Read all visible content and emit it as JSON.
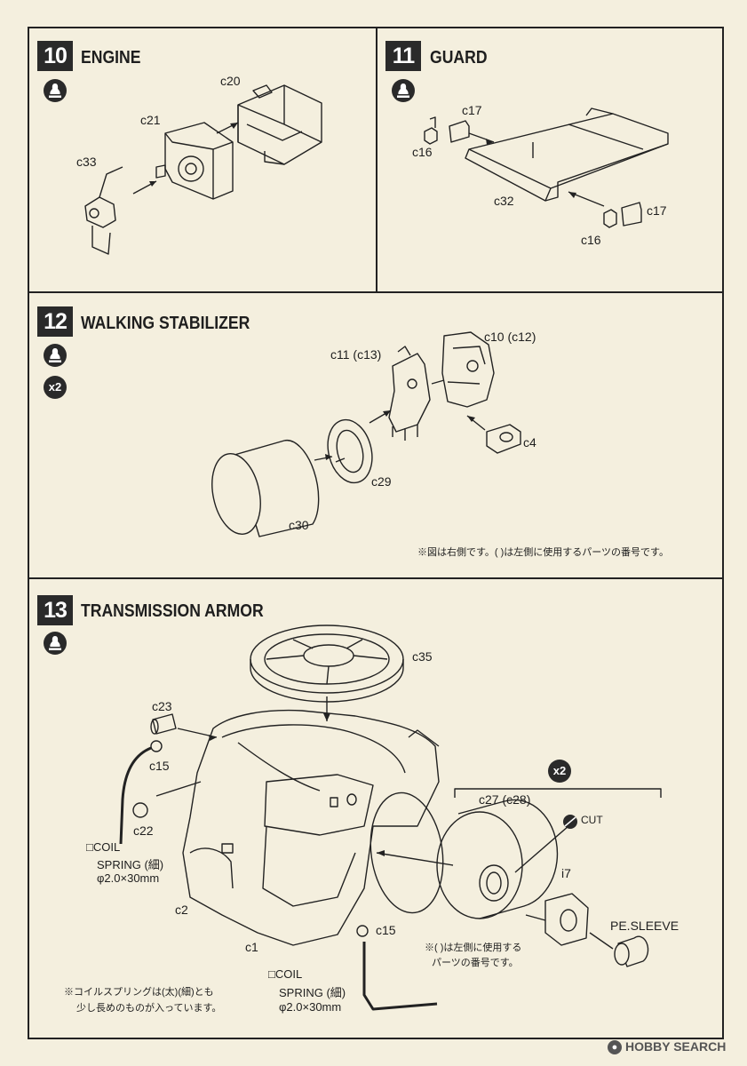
{
  "steps": [
    {
      "number": "10",
      "title": "ENGINE",
      "icons": [
        "glue-icon"
      ],
      "parts": [
        "c20",
        "c21",
        "c33"
      ]
    },
    {
      "number": "11",
      "title": "GUARD",
      "icons": [
        "glue-icon"
      ],
      "parts": [
        "c17",
        "c16",
        "c32",
        "c17",
        "c16"
      ]
    },
    {
      "number": "12",
      "title": "WALKING STABILIZER",
      "icons": [
        "glue-icon",
        "x2-icon"
      ],
      "multiplier": "x2",
      "parts": [
        "c10 (c12)",
        "c11 (c13)",
        "c4",
        "c29",
        "c30"
      ],
      "note": "※図は右側です。( )は左側に使用するパーツの番号です。"
    },
    {
      "number": "13",
      "title": "TRANSMISSION ARMOR",
      "icons": [
        "glue-icon"
      ],
      "multiplier": "x2",
      "parts": [
        "c35",
        "c23",
        "c15",
        "c22",
        "c2",
        "c1",
        "c15",
        "c27 (c28)",
        "i7"
      ],
      "cut_label": "CUT",
      "pe_sleeve": "PE.SLEEVE",
      "coil_left": [
        "□COIL",
        "SPRING (細)",
        "φ2.0×30mm"
      ],
      "coil_bottom": [
        "□COIL",
        "SPRING (細)",
        "φ2.0×30mm"
      ],
      "note_center": [
        "※( )は左側に使用する",
        "パーツの番号です。"
      ],
      "note_bottom_left": [
        "※コイルスプリングは(太)(細)とも",
        "少し長めのものが入っています。"
      ]
    }
  ],
  "watermark": "HOBBY SEARCH",
  "colors": {
    "paper": "#f4efde",
    "ink": "#222222",
    "badge": "#2a2a2a"
  }
}
